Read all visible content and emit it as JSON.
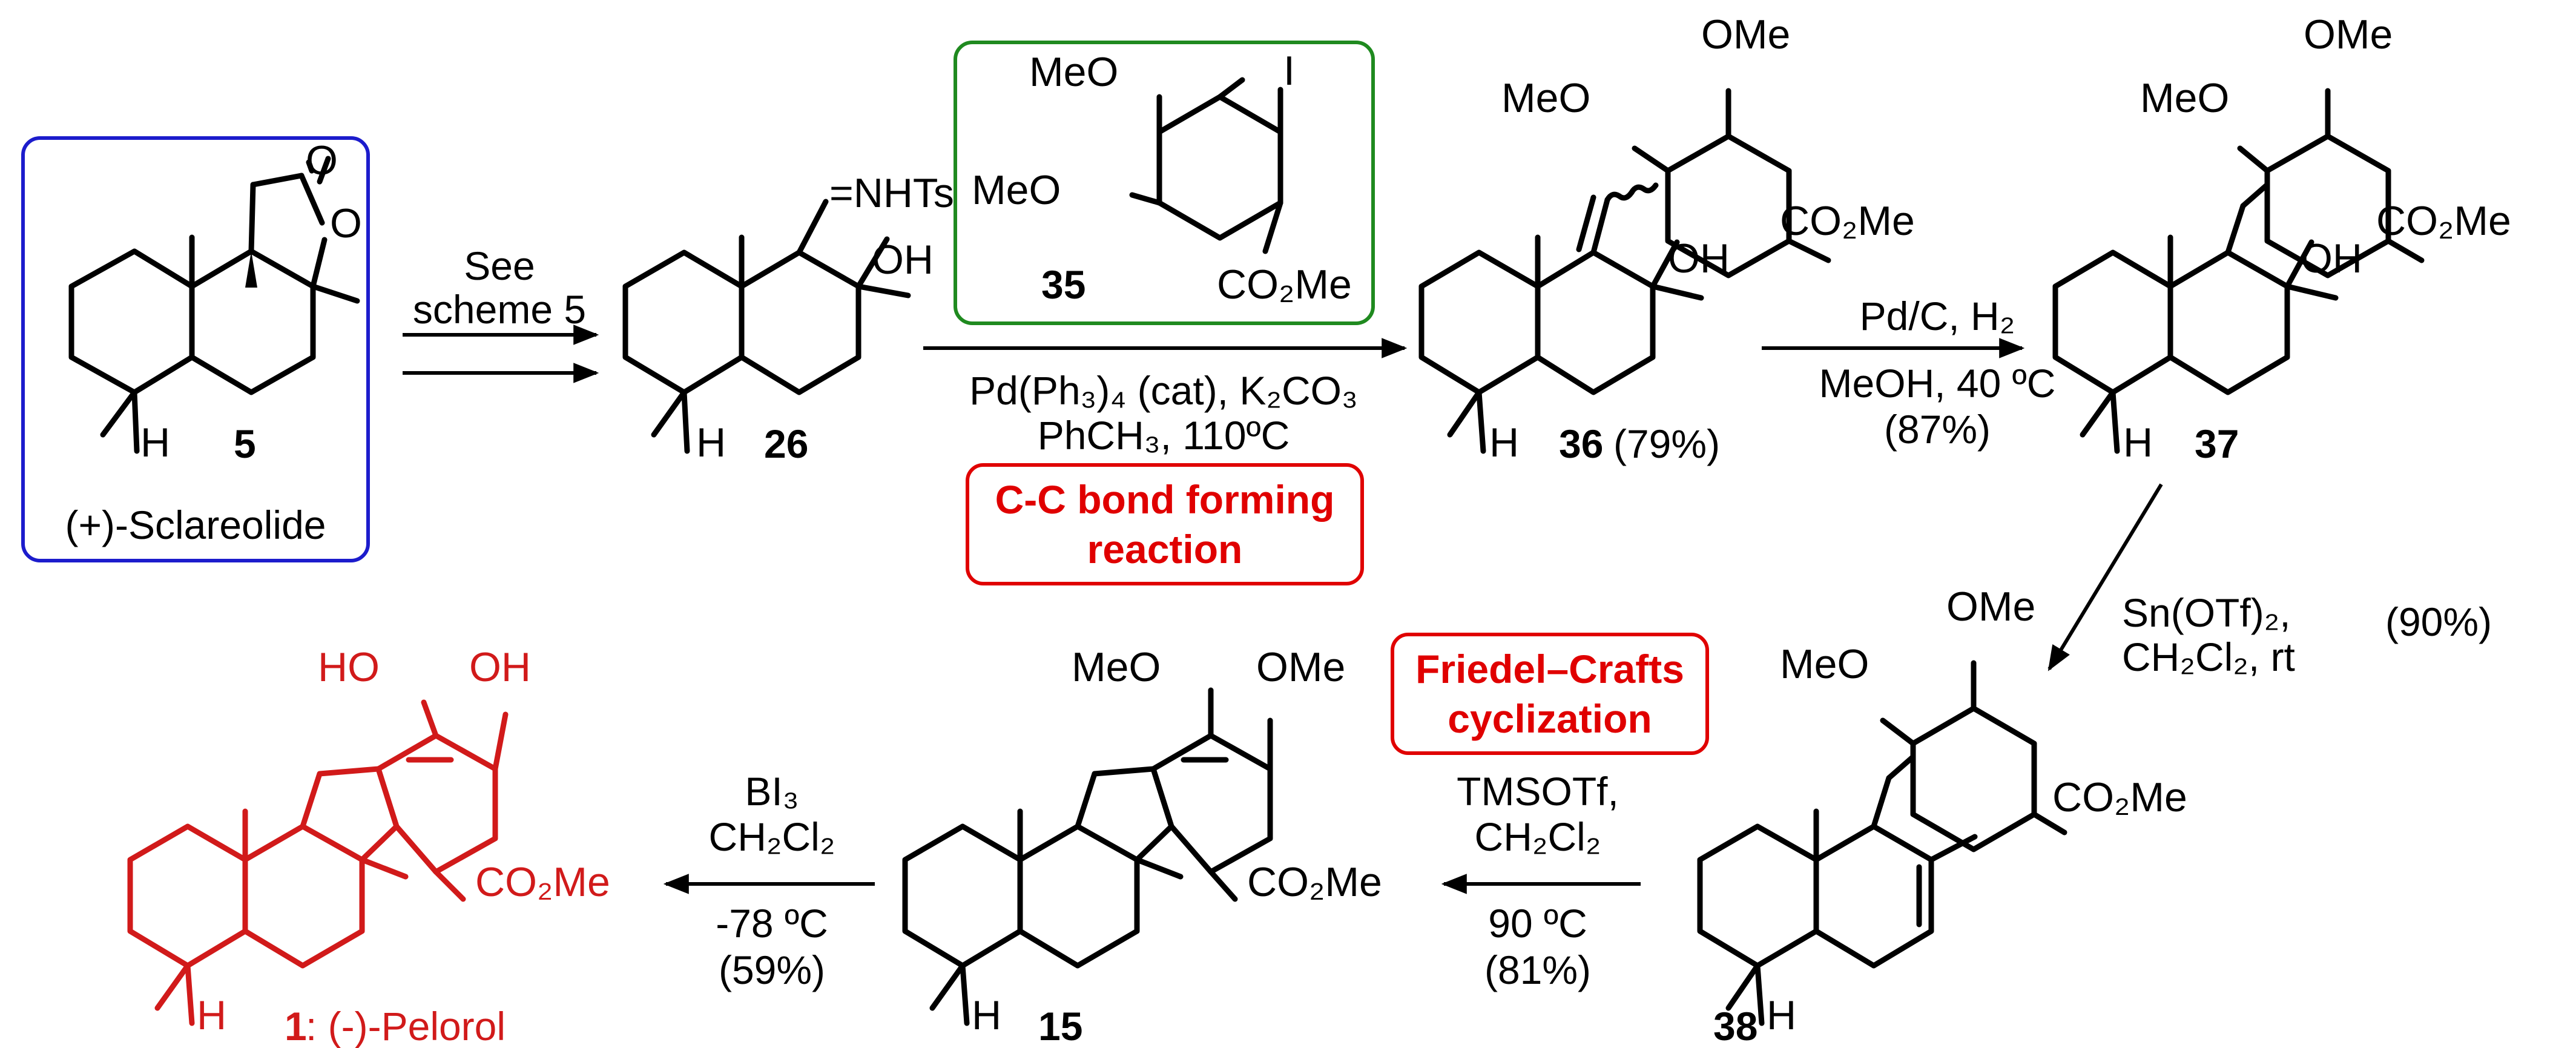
{
  "colors": {
    "bond": "#000000",
    "product_red": "#d11a1a",
    "highlight_red": "#e00000",
    "start_box": "#1c1ccc",
    "reagent_box": "#1f8a1f"
  },
  "compounds": {
    "c5": {
      "number": "5",
      "name": "(+)-Sclareolide",
      "atoms": {
        "h": "H",
        "o1": "O",
        "o2": "O"
      }
    },
    "c26": {
      "number": "26",
      "atoms": {
        "nhts": "=NHTs",
        "oh": "OH",
        "h": "H"
      }
    },
    "c35": {
      "number": "35",
      "atoms": {
        "i": "I",
        "meo1": "MeO",
        "meo2": "MeO",
        "co2me": "CO₂Me"
      }
    },
    "c36": {
      "number": "36",
      "yield": "(79%)",
      "atoms": {
        "ome": "OMe",
        "meo": "MeO",
        "co2me": "CO₂Me",
        "oh": "OH",
        "h": "H"
      }
    },
    "c37": {
      "number": "37",
      "atoms": {
        "ome": "OMe",
        "meo": "MeO",
        "co2me": "CO₂Me",
        "oh": "OH",
        "h": "H"
      }
    },
    "c38": {
      "number": "38",
      "atoms": {
        "ome": "OMe",
        "meo": "MeO",
        "co2me": "CO₂Me",
        "h": "H"
      }
    },
    "c15": {
      "number": "15",
      "atoms": {
        "meo": "MeO",
        "ome": "OMe",
        "co2me": "CO₂Me",
        "h": "H"
      }
    },
    "c1": {
      "number": "1",
      "name": ":  (-)-Pelorol",
      "atoms": {
        "ho": "HO",
        "oh": "OH",
        "co2me": "CO₂Me",
        "h": "H"
      }
    }
  },
  "steps": {
    "s1": {
      "line1": "See",
      "line2": "scheme 5"
    },
    "s2": {
      "line1": "Pd(Ph₃)₄ (cat), K₂CO₃",
      "line2": "PhCH₃, 110ºC"
    },
    "s3": {
      "line1": "Pd/C, H₂",
      "line2": "MeOH, 40 ºC",
      "line3": "(87%)"
    },
    "s4": {
      "line1": "Sn(OTf)₂,",
      "line2": "CH₂Cl₂, rt",
      "yield": "(90%)"
    },
    "s5": {
      "line1": "TMSOTf,",
      "line2": "CH₂Cl₂",
      "line3": "90 ºC",
      "line4": "(81%)"
    },
    "s6": {
      "line1": "BI₃",
      "line2": "CH₂Cl₂",
      "line3": "-78 ºC",
      "line4": "(59%)"
    }
  },
  "highlights": {
    "cc": {
      "line1": "C-C bond forming",
      "line2": "reaction"
    },
    "fc": {
      "line1": "Friedel–Crafts",
      "line2": "cyclization"
    }
  }
}
